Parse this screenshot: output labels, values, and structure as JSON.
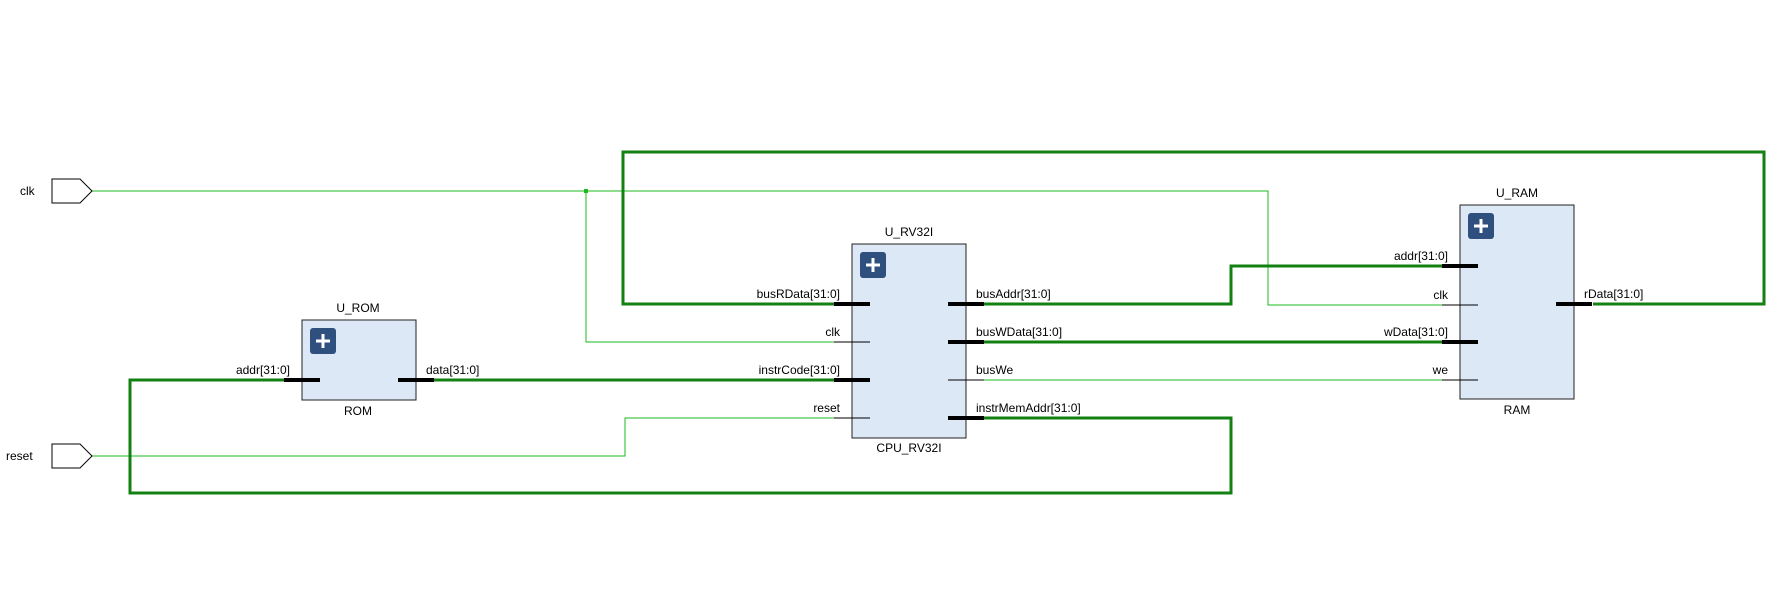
{
  "ports": {
    "clk": "clk",
    "reset": "reset"
  },
  "rom": {
    "instance": "U_ROM",
    "module": "ROM",
    "pins": {
      "addr": "addr[31:0]",
      "data": "data[31:0]"
    }
  },
  "cpu": {
    "instance": "U_RV32I",
    "module": "CPU_RV32I",
    "pins": {
      "busRData": "busRData[31:0]",
      "clk": "clk",
      "instrCode": "instrCode[31:0]",
      "reset": "reset",
      "busAddr": "busAddr[31:0]",
      "busWData": "busWData[31:0]",
      "busWe": "busWe",
      "instrMemAddr": "instrMemAddr[31:0]"
    }
  },
  "ram": {
    "instance": "U_RAM",
    "module": "RAM",
    "pins": {
      "addr": "addr[31:0]",
      "clk": "clk",
      "wData": "wData[31:0]",
      "we": "we",
      "rData": "rData[31:0]"
    }
  },
  "colors": {
    "wire": "#1db81d",
    "bus": "#128012",
    "block_fill": "#dde8f6",
    "expand_button": "#2f4f7f"
  },
  "icons": {
    "expand": "plus-icon",
    "port": "input-port-icon"
  }
}
